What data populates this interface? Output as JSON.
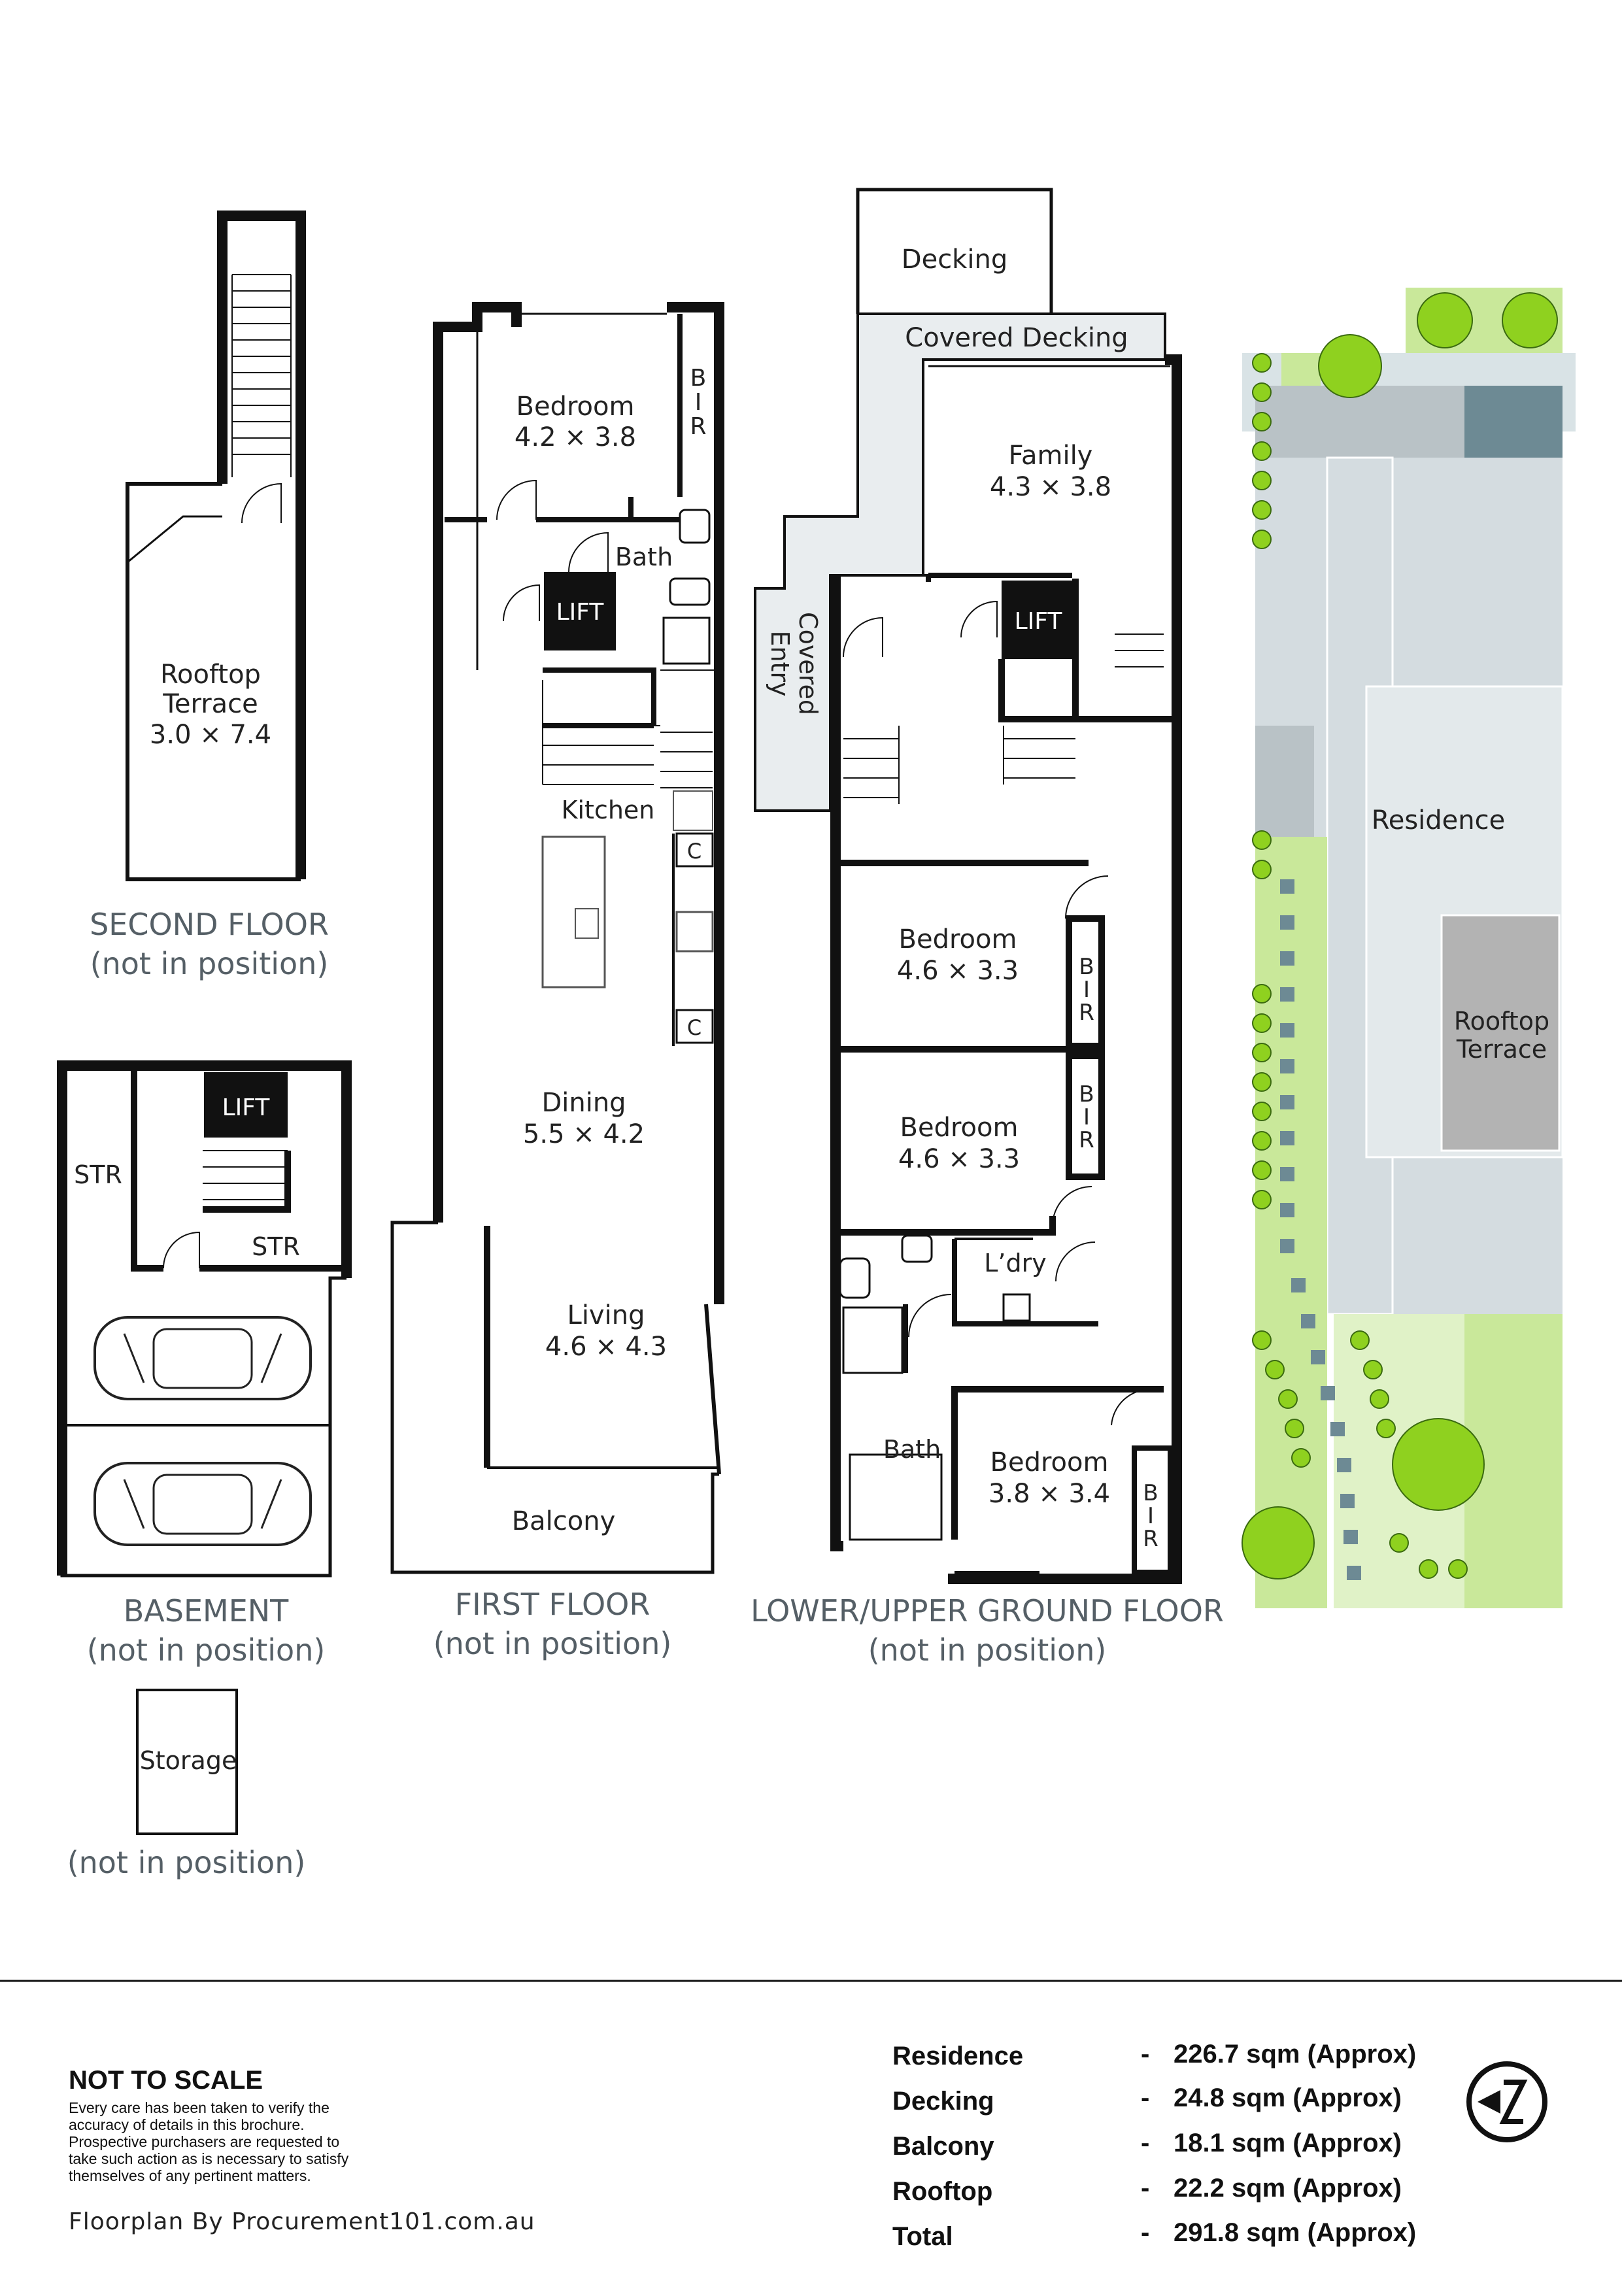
{
  "second_floor": {
    "rooms": [
      {
        "name": "Rooftop",
        "name2": "Terrace",
        "dims": "3.0 × 7.4"
      }
    ],
    "title": "SECOND FLOOR",
    "note": "(not in position)"
  },
  "first_floor": {
    "bedroom": {
      "name": "Bedroom",
      "dims": "4.2 × 3.8",
      "bir": [
        "B",
        "I",
        "R"
      ]
    },
    "bath": "Bath",
    "lift": "LIFT",
    "kitchen": "Kitchen",
    "c1": "C",
    "c2": "C",
    "dining": {
      "name": "Dining",
      "dims": "5.5 × 4.2"
    },
    "living": {
      "name": "Living",
      "dims": "4.6 × 4.3"
    },
    "balcony": "Balcony",
    "title": "FIRST FLOOR",
    "note": "(not in position)"
  },
  "ground_floor": {
    "decking": "Decking",
    "covered_decking": "Covered Decking",
    "family": {
      "name": "Family",
      "dims": "4.3 × 3.8"
    },
    "covered_entry": [
      "Covered",
      "Entry"
    ],
    "lift": "LIFT",
    "bedroom1": {
      "name": "Bedroom",
      "dims": "4.6 × 3.3",
      "bir": [
        "B",
        "I",
        "R"
      ]
    },
    "bedroom2": {
      "name": "Bedroom",
      "dims": "4.6 × 3.3",
      "bir": [
        "B",
        "I",
        "R"
      ]
    },
    "laundry": "L’dry",
    "bath": "Bath",
    "bedroom3": {
      "name": "Bedroom",
      "dims": "3.8 × 3.4",
      "bir": [
        "B",
        "I",
        "R"
      ]
    },
    "title": "LOWER/UPPER GROUND FLOOR",
    "note": "(not in position)"
  },
  "basement": {
    "lift": "LIFT",
    "str1": "STR",
    "str2": "STR",
    "title": "BASEMENT",
    "note": "(not in position)"
  },
  "storage": {
    "label": "Storage",
    "note": "(not in position)"
  },
  "site": {
    "residence": "Residence",
    "rooftop": [
      "Rooftop",
      "Terrace"
    ]
  },
  "disclaimer": {
    "heading": "NOT TO SCALE",
    "lines": [
      "Every care has been taken to verify the",
      "accuracy of details in this brochure.",
      "Prospective purchasers are requested to",
      "take such action as is necessary to satisfy",
      "themselves of any pertinent matters."
    ],
    "credit": "Floorplan By Procurement101.com.au"
  },
  "areas": [
    {
      "label": "Residence",
      "dash": "-",
      "value": "226.7 sqm (Approx)"
    },
    {
      "label": "Decking",
      "dash": "-",
      "value": "24.8 sqm (Approx)"
    },
    {
      "label": "Balcony",
      "dash": "-",
      "value": "18.1 sqm (Approx)"
    },
    {
      "label": "Rooftop",
      "dash": "-",
      "value": "22.2 sqm (Approx)"
    },
    {
      "label": "Total",
      "dash": "-",
      "value": "291.8 sqm (Approx)"
    }
  ],
  "colors": {
    "wall": "#111111",
    "label_grey": "#555f66",
    "site_grey": "#d4dce0",
    "site_dark": "#6d8a94",
    "lawn": "#c9e89a",
    "tree": "#8fd11f"
  }
}
